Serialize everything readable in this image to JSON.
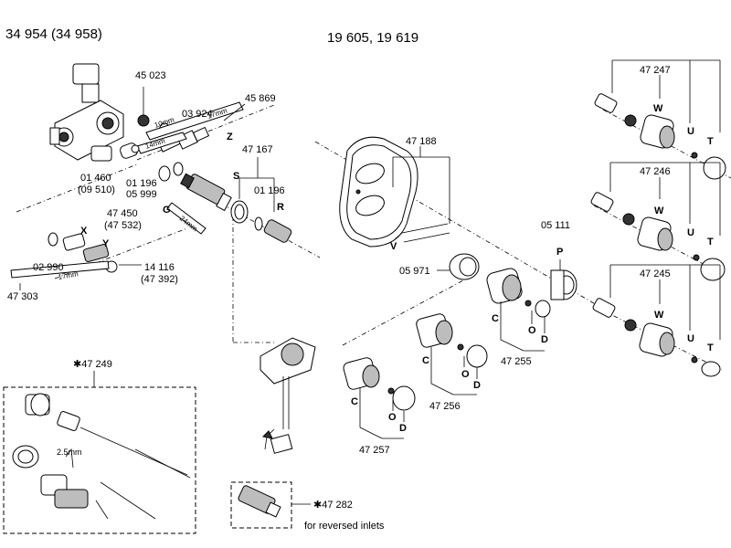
{
  "headers": {
    "left_models": "34 954 (34 958)",
    "right_models": "19 605, 19 619"
  },
  "parts_left": {
    "p45023": "45 023",
    "p45869": "45 869",
    "p03924": "03 924",
    "p47167": "47 167",
    "p01460": "01 460",
    "p09510": "(09 510)",
    "p01196a": "01 196",
    "p05999": "05 999",
    "p01196b": "01 196",
    "p47450": "47 450",
    "p47532": "(47 532)",
    "p02990": "02 990",
    "p14116": "14 116",
    "p47392": "(47 392)",
    "p47303": "47 303"
  },
  "parts_center": {
    "p47188": "47 188",
    "p05111": "05 111",
    "p05971": "05 971",
    "p47255": "47 255",
    "p47256": "47 256",
    "p47257": "47 257"
  },
  "parts_right": {
    "p47247": "47 247",
    "p47246": "47 246",
    "p47245": "47 245"
  },
  "kits": {
    "p47249": "✱47 249",
    "p47282": "✱47 282",
    "reversed_inlets": "for reversed inlets"
  },
  "sizes": {
    "mm10": "10mm",
    "mm17": "17mm",
    "mm14": "14mm",
    "mm24": "24mm",
    "mm17b": "17mm",
    "mm25": "2.5mm"
  },
  "letters": {
    "Z": "Z",
    "S": "S",
    "R": "R",
    "G": "G",
    "Y": "Y",
    "X": "X",
    "V": "V",
    "P": "P",
    "C1": "C",
    "O1": "O",
    "D1": "D",
    "C2": "C",
    "O2": "O",
    "D2": "D",
    "C3": "C",
    "O3": "O",
    "D3": "D",
    "W1": "W",
    "U1": "U",
    "T1": "T",
    "W2": "W",
    "U2": "U",
    "T2": "T",
    "W3": "W",
    "U3": "U",
    "T3": "T"
  }
}
